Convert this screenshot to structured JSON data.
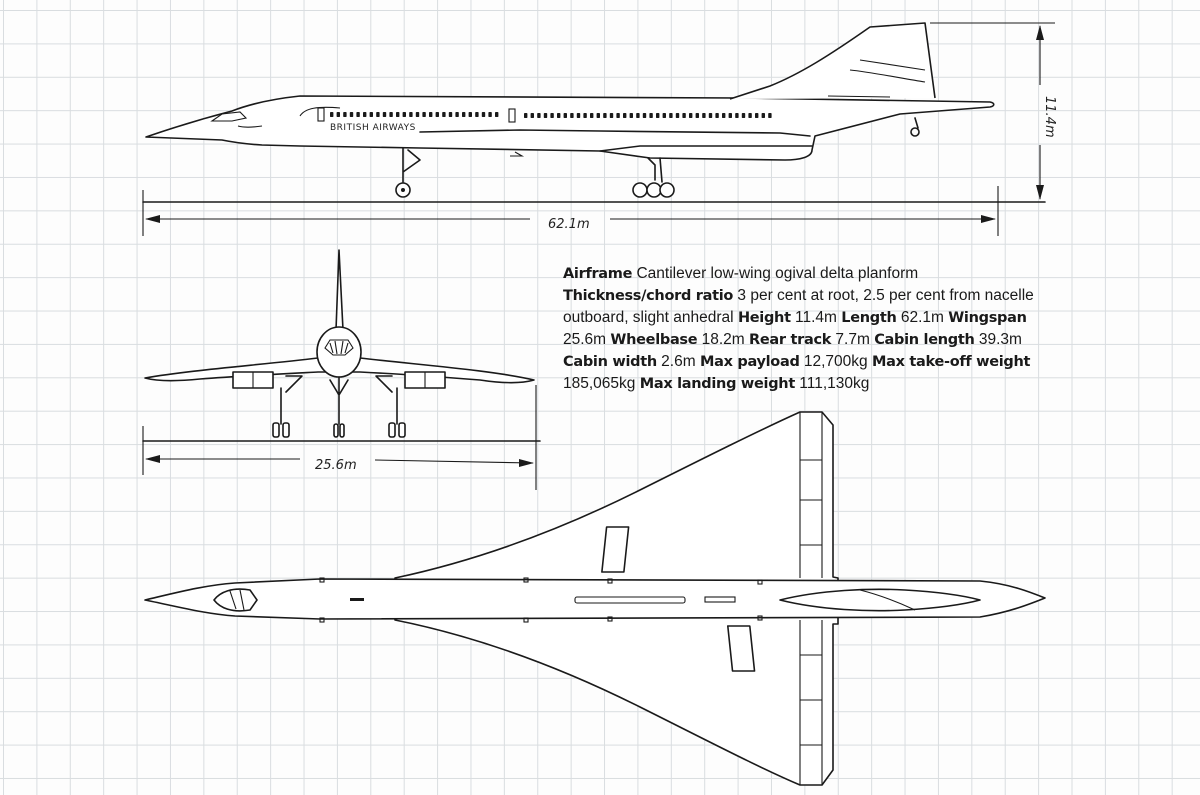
{
  "dimensions": {
    "length_label": "62.1m",
    "height_label": "11.4m",
    "wingspan_label": "25.6m"
  },
  "livery": "BRITISH AIRWAYS",
  "specs": [
    {
      "key": "Airframe",
      "value": "Cantilever low-wing ogival delta planform"
    },
    {
      "key": "Thickness/chord ratio",
      "value": "3 per cent at root, 2.5 per cent from nacelle outboard, slight anhedral"
    },
    {
      "key": "Height",
      "value": "11.4m"
    },
    {
      "key": "Length",
      "value": "62.1m"
    },
    {
      "key": "Wingspan",
      "value": "25.6m"
    },
    {
      "key": "Wheelbase",
      "value": "18.2m"
    },
    {
      "key": "Rear track",
      "value": "7.7m"
    },
    {
      "key": "Cabin length",
      "value": "39.3m"
    },
    {
      "key": "Cabin width",
      "value": "2.6m"
    },
    {
      "key": "Max payload",
      "value": "12,700kg"
    },
    {
      "key": "Max take-off weight",
      "value": "185,065kg"
    },
    {
      "key": "Max landing weight",
      "value": "111,130kg"
    }
  ],
  "colors": {
    "ink": "#1a1a1a",
    "grid": "#d9dde0",
    "paper": "#fdfdfd"
  }
}
